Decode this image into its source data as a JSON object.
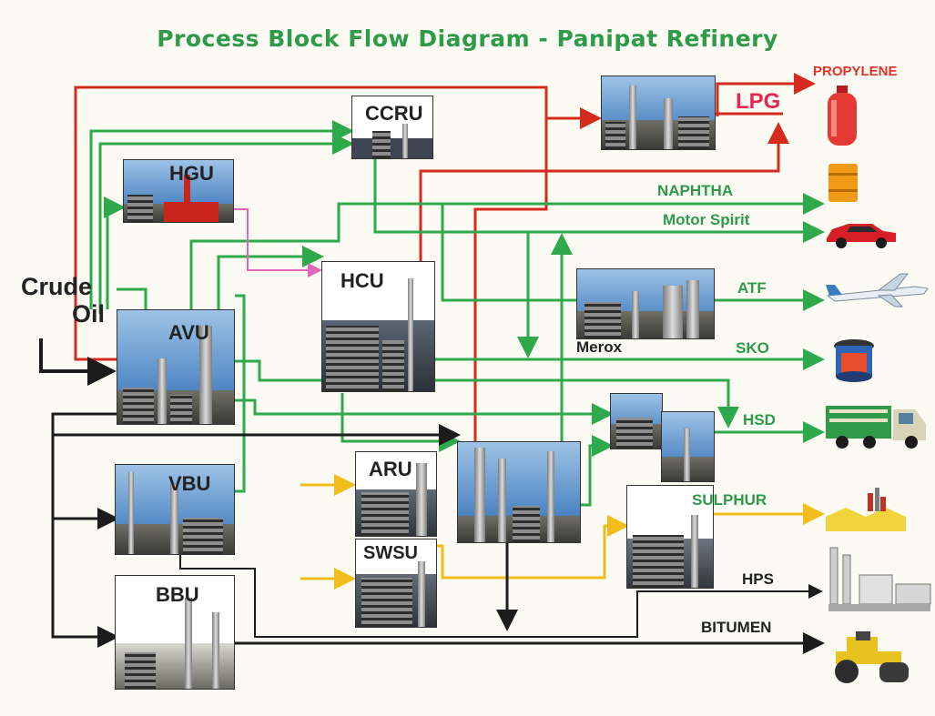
{
  "title": "Process Block Flow Diagram - Panipat Refinery",
  "feed": {
    "line1": "Crude",
    "line2": "Oil"
  },
  "units": {
    "ccru": "CCRU",
    "hgu": "HGU",
    "avu": "AVU",
    "hcu": "HCU",
    "vbu": "VBU",
    "bbu": "BBU",
    "aru": "ARU",
    "swsu": "SWSU",
    "merox": "Merox"
  },
  "products": {
    "propylene": "PROPYLENE",
    "lpg": "LPG",
    "naphtha": "NAPHTHA",
    "motor_spirit": "Motor Spirit",
    "atf": "ATF",
    "sko": "SKO",
    "hsd": "HSD",
    "sulphur": "SULPHUR",
    "hps": "HPS",
    "bitumen": "BITUMEN"
  },
  "colors": {
    "title": "#2e9a4a",
    "green_flow": "#2eaa4c",
    "red_flow": "#d52b1e",
    "yellow_flow": "#f2bd1a",
    "pink_flow": "#e067b9",
    "black_flow": "#1c1c1c",
    "lpg_label": "#e8264f",
    "propylene_label": "#e0342a"
  },
  "icons": {
    "propylene": "lpg-cylinder-icon",
    "naphtha": "naphtha-drum-icon",
    "motor_spirit": "car-icon",
    "atf": "airplane-icon",
    "sko": "kerosene-stove-icon",
    "hsd": "truck-icon",
    "sulphur": "sulphur-pile-icon",
    "hps": "power-plant-icon",
    "bitumen": "road-roller-icon"
  }
}
